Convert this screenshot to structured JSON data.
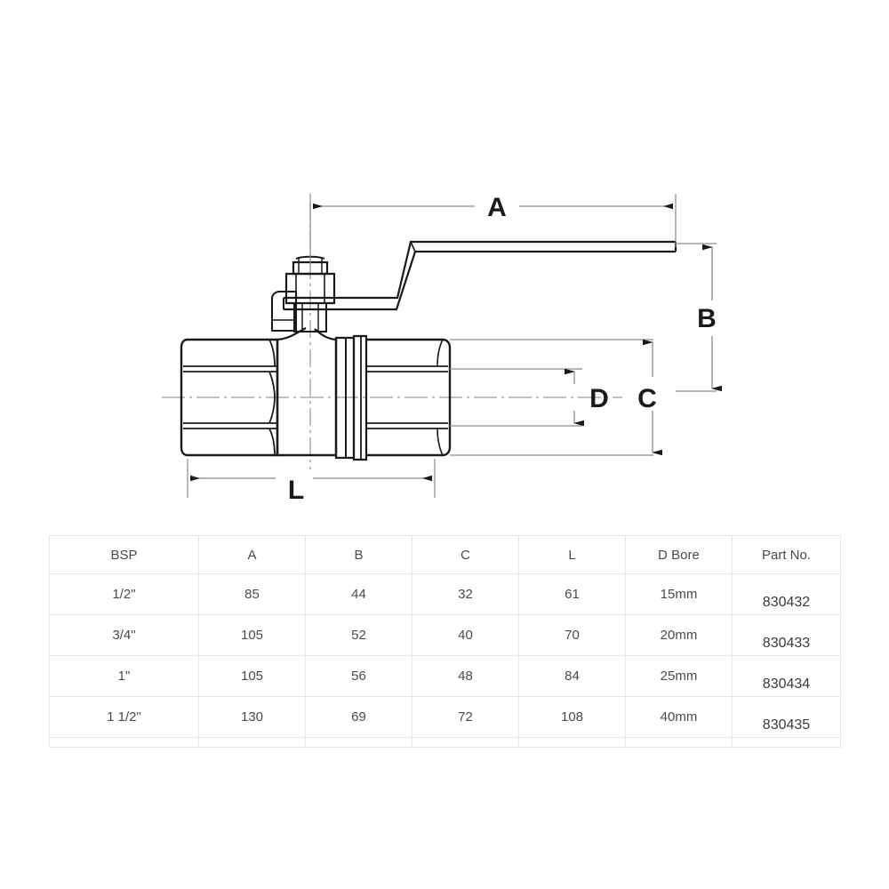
{
  "drawing": {
    "title": "Ball valve dimensional drawing",
    "dimension_labels": {
      "a": "A",
      "b": "B",
      "c": "C",
      "d": "D",
      "l": "L"
    },
    "line_color": "#1a1a1a",
    "thin_line_color": "#8a8a8a",
    "center_line_color": "#9a9a9a"
  },
  "table": {
    "columns": [
      "BSP",
      "A",
      "B",
      "C",
      "L",
      "D Bore",
      "Part No."
    ],
    "rows": [
      {
        "bsp": "1/2\"",
        "a": "85",
        "b": "44",
        "c": "32",
        "l": "61",
        "d_bore": "15mm",
        "part_no": "830432"
      },
      {
        "bsp": "3/4\"",
        "a": "105",
        "b": "52",
        "c": "40",
        "l": "70",
        "d_bore": "20mm",
        "part_no": "830433"
      },
      {
        "bsp": "1\"",
        "a": "105",
        "b": "56",
        "c": "48",
        "l": "84",
        "d_bore": "25mm",
        "part_no": "830434"
      },
      {
        "bsp": "1 1/2\"",
        "a": "130",
        "b": "69",
        "c": "72",
        "l": "108",
        "d_bore": "40mm",
        "part_no": "830435"
      }
    ]
  }
}
